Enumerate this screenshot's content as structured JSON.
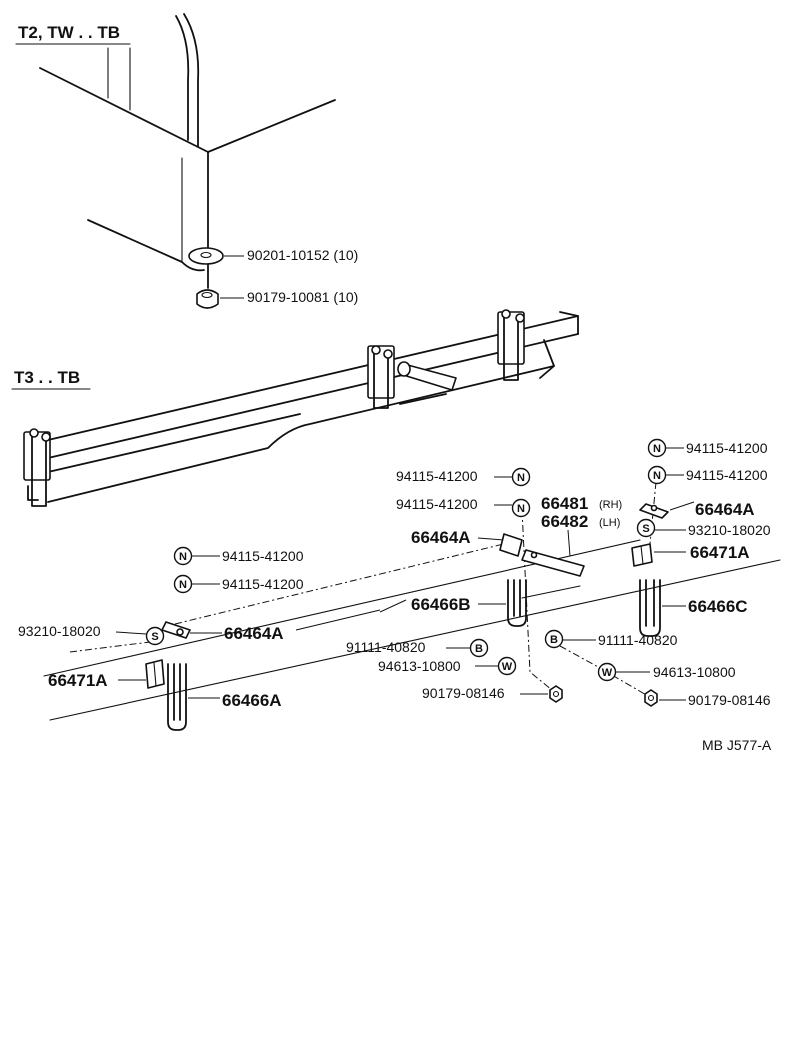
{
  "headers": {
    "top": "T2, TW . . TB",
    "mid": "T3 . . TB"
  },
  "parts": {
    "p_90201": "90201-10152 (10)",
    "p_90179_10081": "90179-10081 (10)",
    "n_right_1": "94115-41200",
    "n_right_2": "94115-41200",
    "n_mid_1": "94115-41200",
    "n_mid_2": "94115-41200",
    "n_left_1": "94115-41200",
    "n_left_2": "94115-41200",
    "p_66464A_right": "66464A",
    "p_93210_right": "93210-18020",
    "p_66471A_right": "66471A",
    "p_66466C": "66466C",
    "p_66481": "66481",
    "p_66481_sfx": "(RH)",
    "p_66482": "66482",
    "p_66482_sfx": "(LH)",
    "p_66464A_mid": "66464A",
    "p_66466B": "66466B",
    "p_91111_mid": "91111-40820",
    "p_94613_mid": "94613-10800",
    "p_90179_08146_mid": "90179-08146",
    "p_91111_right": "91111-40820",
    "p_94613_right": "94613-10800",
    "p_90179_08146_right": "90179-08146",
    "p_93210_left": "93210-18020",
    "p_66464A_left": "66464A",
    "p_66471A_left": "66471A",
    "p_66466A": "66466A"
  },
  "symbols": {
    "nut": "N",
    "spring_washer": "S",
    "bolt": "B",
    "washer": "W"
  },
  "reference": "MB  J577-A"
}
